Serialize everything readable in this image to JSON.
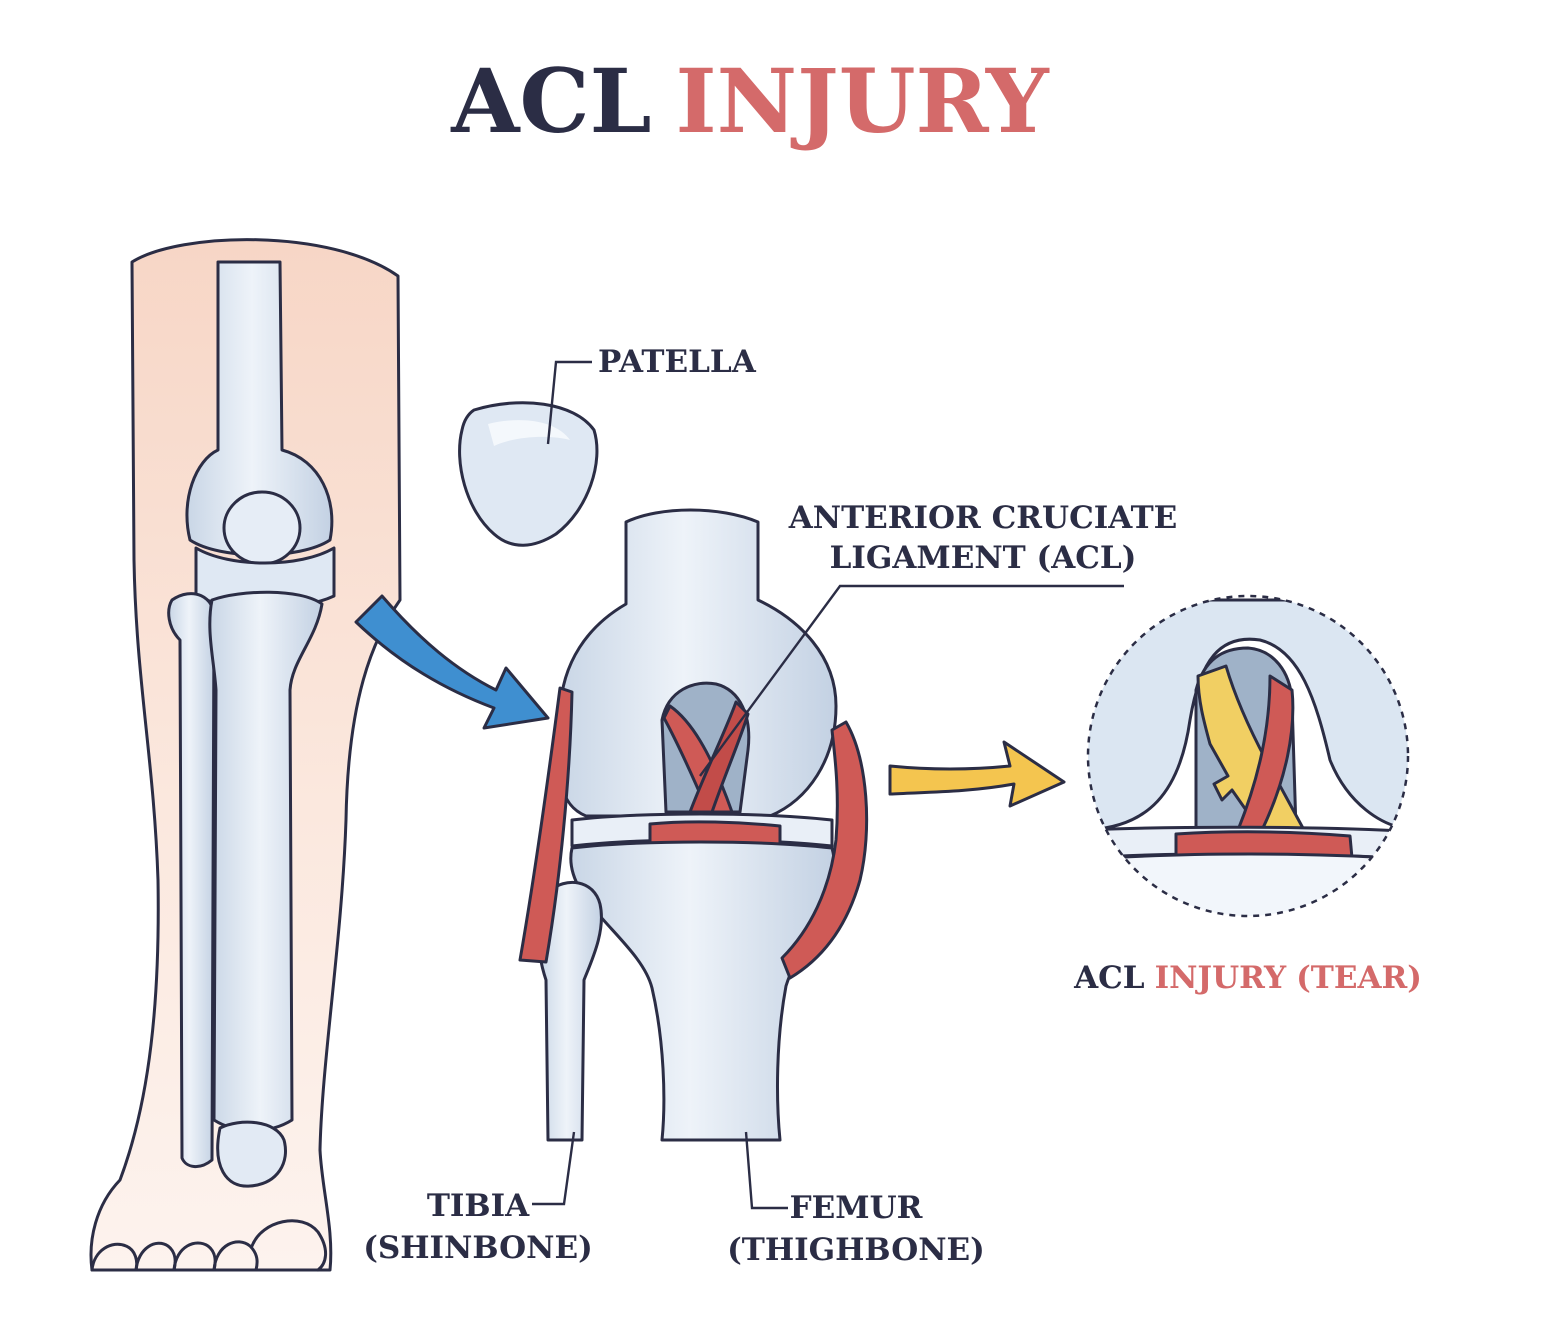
{
  "title": {
    "part1": "ACL",
    "part2": "INJURY"
  },
  "labels": {
    "patella": "PATELLA",
    "acl_line1": "ANTERIOR CRUCIATE",
    "acl_line2": "LIGAMENT (ACL)",
    "tibia_line1": "TIBIA",
    "tibia_line2": "(SHINBONE)",
    "femur_line1": "FEMUR",
    "femur_line2": "(THIGHBONE)",
    "tear_part1": "ACL",
    "tear_part2": "INJURY",
    "tear_part3": "(TEAR)"
  },
  "colors": {
    "ink": "#2b2d45",
    "accent": "#d46a6a",
    "bone": "#dbe6f2",
    "bone_shadow": "#b7c6d9",
    "skin": "#f6d9cc",
    "ligament": "#cf5a56",
    "tear": "#f1cf63",
    "arrow_blue": "#3f8fd0",
    "arrow_yellow": "#f4c54f"
  },
  "icons": {
    "arrow_to_knee": "arrow-right-curved-icon",
    "arrow_to_tear": "arrow-right-icon"
  }
}
